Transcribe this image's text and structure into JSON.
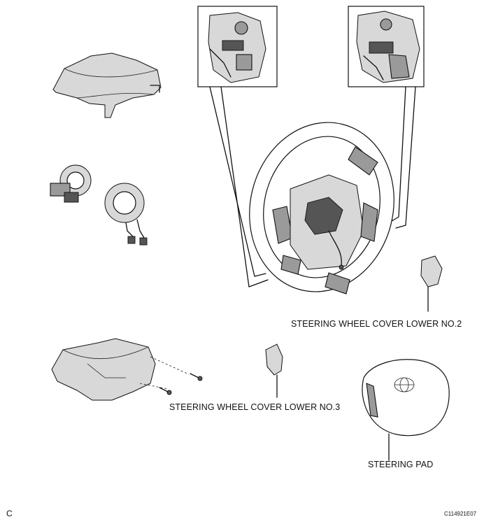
{
  "labels": {
    "cover_lower_no2": "STEERING WHEEL COVER LOWER NO.2",
    "cover_lower_no3": "STEERING WHEEL COVER LOWER NO.3",
    "steering_pad": "STEERING PAD"
  },
  "footer": {
    "corner_letter": "C",
    "figure_code": "C114921E07"
  }
}
